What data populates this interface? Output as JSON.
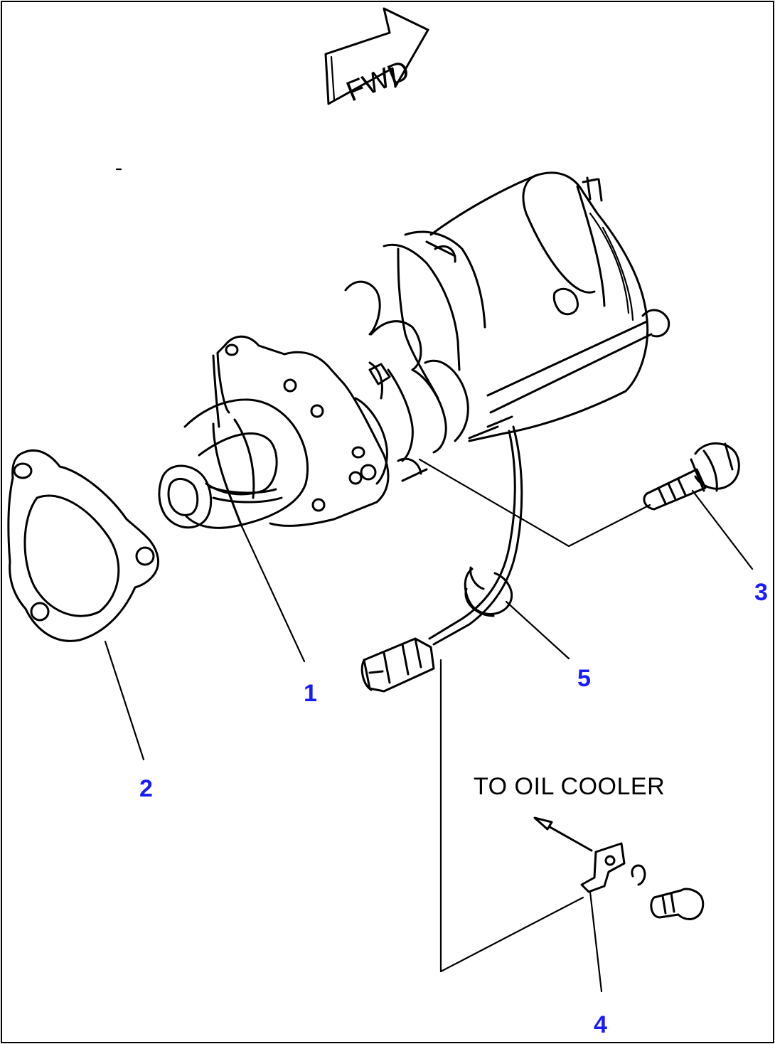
{
  "diagram": {
    "direction_arrow": {
      "label": "FWD"
    },
    "note": "TO OIL COOLER",
    "callouts": [
      {
        "id": "1",
        "label": "1"
      },
      {
        "id": "2",
        "label": "2"
      },
      {
        "id": "3",
        "label": "3"
      },
      {
        "id": "4",
        "label": "4"
      },
      {
        "id": "5",
        "label": "5"
      }
    ],
    "colors": {
      "callout": "#1a1aff",
      "line": "#000000",
      "frame": "#000000"
    }
  }
}
